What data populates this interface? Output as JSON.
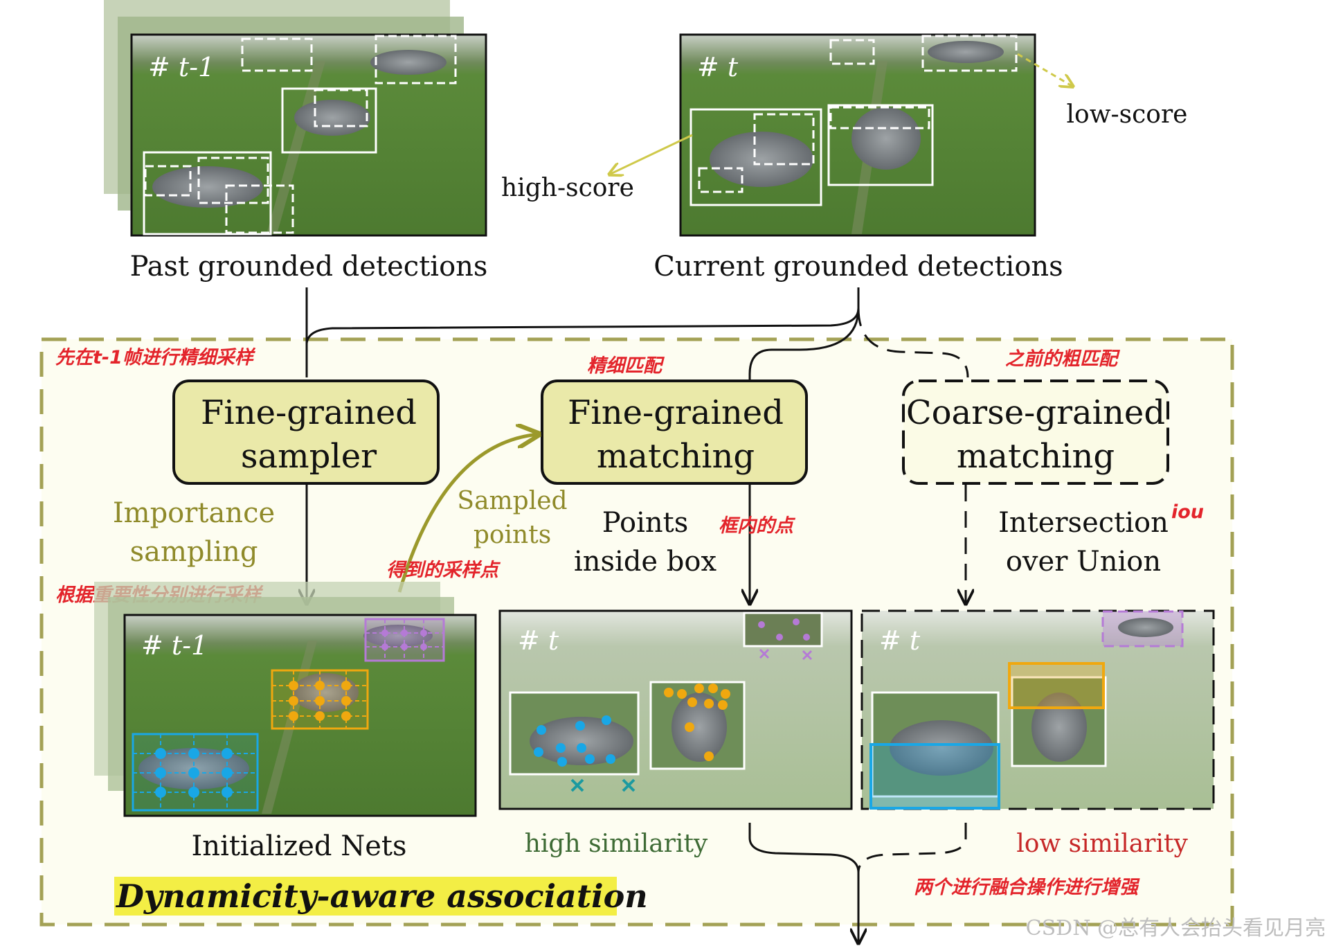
{
  "colors": {
    "grass": "#5f8a3c",
    "grass_dark": "#4b7231",
    "sky": "#c8cfc4",
    "region_fill": "#fdfdf1",
    "region_border": "#a3a155",
    "box_fill": "#eae9a9",
    "olive_arrow": "#9b992b",
    "yellow_arrow": "#cfc94a",
    "point_blue": "#19a7e6",
    "point_orange": "#f0a80f",
    "point_purple": "#b57ad6",
    "cross_teal": "#1c9aa0",
    "title_highlight": "#f3ee45"
  },
  "frames": {
    "past": {
      "frame_label": "# t-1",
      "caption": "Past grounded detections"
    },
    "current": {
      "frame_label": "# t",
      "caption": "Current grounded detections"
    },
    "nets": {
      "frame_label": "# t-1",
      "caption": "Initialized Nets"
    },
    "fine_match": {
      "frame_label": "# t",
      "caption": "high similarity"
    },
    "coarse_match": {
      "frame_label": "# t",
      "caption": "low similarity"
    }
  },
  "score_labels": {
    "high": "high-score",
    "low": "low-score"
  },
  "boxes": {
    "sampler": {
      "line1": "Fine-grained",
      "line2": "sampler"
    },
    "fine_matching": {
      "line1": "Fine-grained",
      "line2": "matching"
    },
    "coarse_matching": {
      "line1": "Coarse-grained",
      "line2": "matching"
    }
  },
  "edge_labels": {
    "importance": {
      "line1": "Importance",
      "line2": "sampling"
    },
    "sampled": {
      "line1": "Sampled",
      "line2": "points"
    },
    "inside": {
      "line1": "Points",
      "line2": "inside box"
    },
    "iou": {
      "line1": "Intersection",
      "line2": "over Union"
    }
  },
  "annotations": {
    "sample_first": "先在t-1帧进行精细采样",
    "fine_match": "精细匹配",
    "coarse_prev": "之前的粗匹配",
    "importance_cn": "根据重要性分别进行采样",
    "got_points": "得到的采样点",
    "inside_box": "框内的点",
    "iou": "iou",
    "fusion": "两个进行融合操作进行增强"
  },
  "region_title": "Dynamicity-aware association",
  "watermark": "CSDN @总有人会抬头看见月亮"
}
